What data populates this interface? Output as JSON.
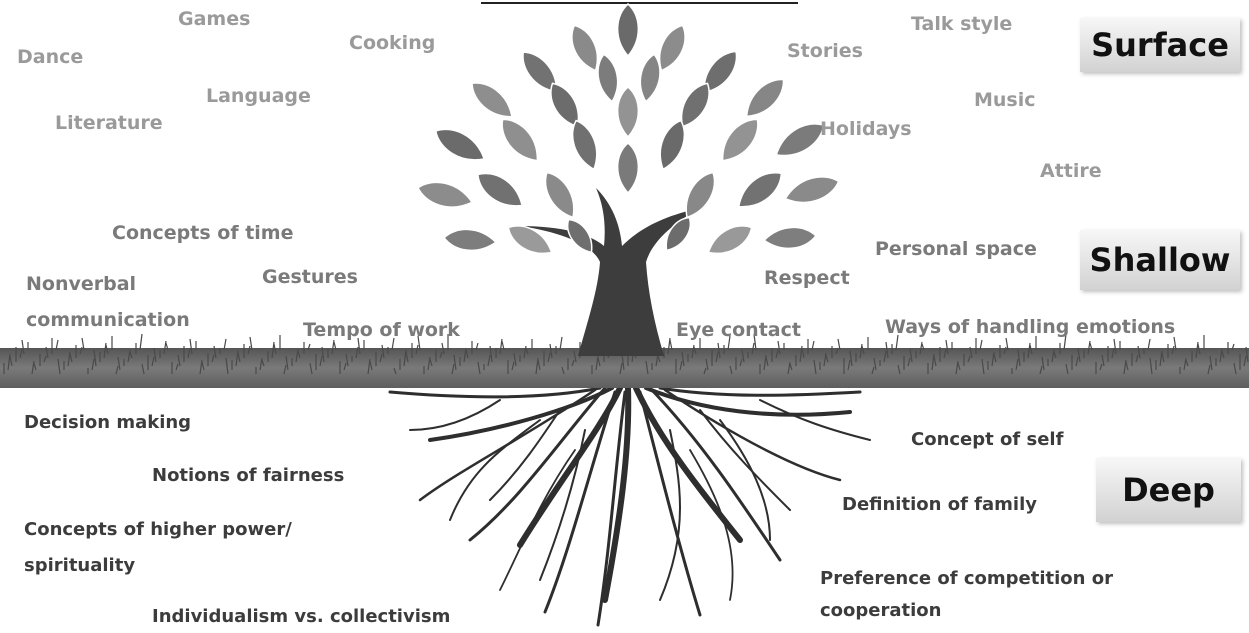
{
  "levels": {
    "surface": "Surface",
    "shallow": "Shallow",
    "deep": "Deep"
  },
  "surface_items": {
    "games": "Games",
    "dance": "Dance",
    "cooking": "Cooking",
    "language": "Language",
    "literature": "Literature",
    "stories": "Stories",
    "talk_style": "Talk style",
    "music": "Music",
    "holidays": "Holidays",
    "attire": "Attire"
  },
  "shallow_items": {
    "concepts_of_time": "Concepts of time",
    "nonverbal_1": "Nonverbal",
    "nonverbal_2": "communication",
    "gestures": "Gestures",
    "tempo_of_work": "Tempo of work",
    "personal_space": "Personal space",
    "respect": "Respect",
    "eye_contact": "Eye contact",
    "emotions": "Ways of handling emotions"
  },
  "deep_items": {
    "decision_making": "Decision making",
    "fairness": "Notions of fairness",
    "higher_power_1": "Concepts of higher power/",
    "higher_power_2": "spirituality",
    "individualism": "Individualism vs. collectivism",
    "concept_of_self": "Concept of self",
    "family": "Definition of family",
    "competition_1": "Preference of competition or",
    "competition_2": "cooperation"
  },
  "colors": {
    "surface_text": "#9a9a9a",
    "shallow_text": "#7a7a7a",
    "deep_text": "#3c3c3c",
    "trunk": "#3d3d3d",
    "ground": "#6e6e6e"
  }
}
